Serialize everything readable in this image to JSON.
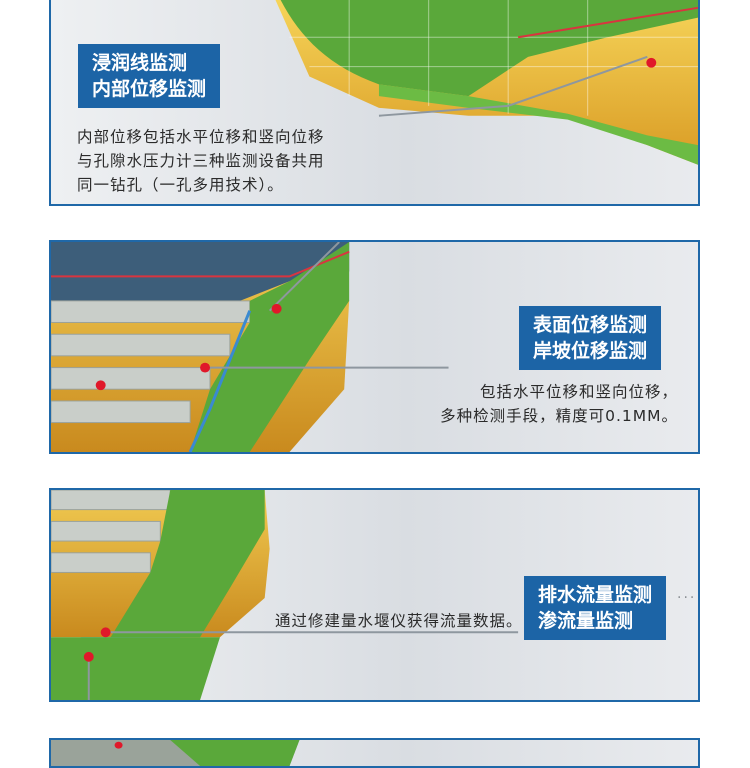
{
  "panels": [
    {
      "title_lines": [
        "浸润线监测",
        "内部位移监测"
      ],
      "desc_lines": [
        "内部位移包括水平位移和竖向位移",
        "与孔隙水压力计三种监测设备共用",
        "同一钻孔（一孔多用技术）。"
      ]
    },
    {
      "title_lines": [
        "表面位移监测",
        "岸坡位移监测"
      ],
      "desc_lines": [
        "包括水平位移和竖向位移，",
        "多种检测手段，精度可0.1MM。"
      ]
    },
    {
      "title_lines": [
        "排水流量监测",
        "渗流量监测"
      ],
      "desc_lines": [
        "通过修建量水堰仪获得流量数据。"
      ]
    }
  ],
  "colors": {
    "accent_blue": "#1c64a6",
    "grass_green": "#5aa83a",
    "sand_yellow": "#e9b93a",
    "marker_red": "#e0182a"
  },
  "icons": [
    "monitoring-point-marker-icon"
  ]
}
